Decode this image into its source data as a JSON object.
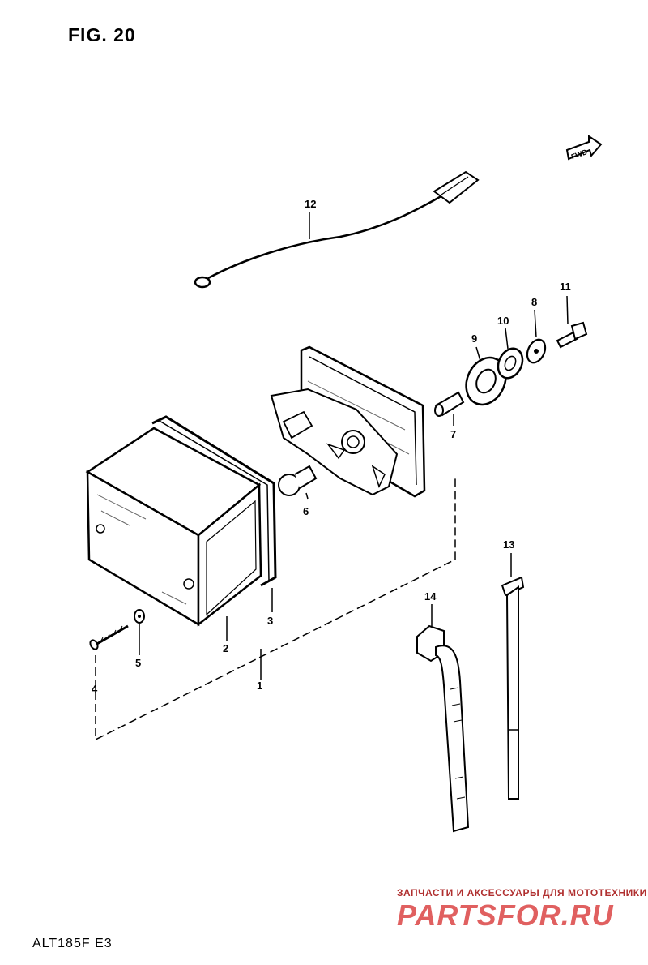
{
  "figure": {
    "title": "FIG. 20",
    "model": "ALT185F  E3",
    "fwd_label": "FWD"
  },
  "parts": [
    {
      "no": "1"
    },
    {
      "no": "2"
    },
    {
      "no": "3"
    },
    {
      "no": "4"
    },
    {
      "no": "5"
    },
    {
      "no": "6"
    },
    {
      "no": "7"
    },
    {
      "no": "8"
    },
    {
      "no": "9"
    },
    {
      "no": "10"
    },
    {
      "no": "11"
    },
    {
      "no": "12"
    },
    {
      "no": "13"
    },
    {
      "no": "14"
    }
  ],
  "watermark": {
    "caption": "ЗАПЧАСТИ И АКСЕССУАРЫ ДЛЯ МОТОТЕХНИКИ",
    "logo": "PARTSFOR.RU"
  }
}
